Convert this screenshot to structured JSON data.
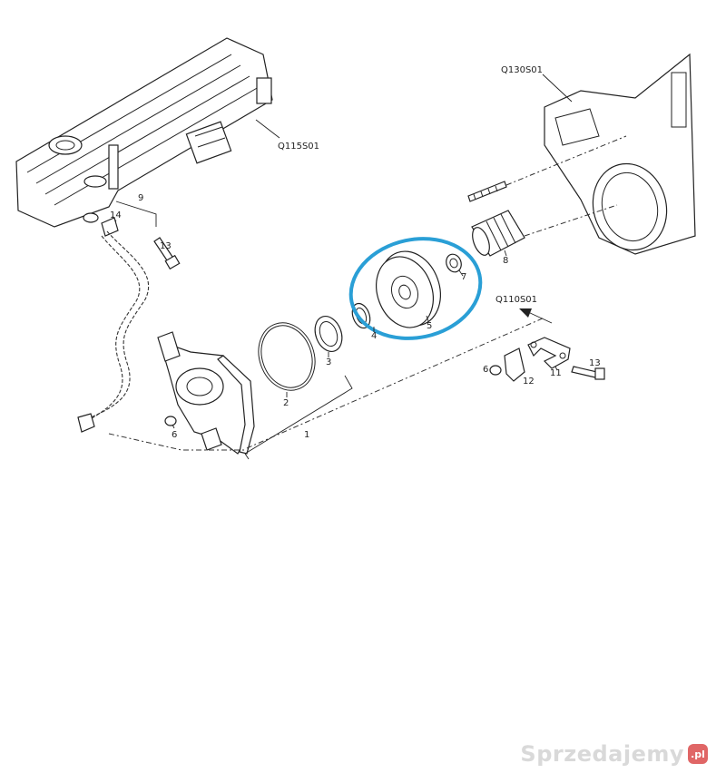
{
  "diagram": {
    "references": {
      "valve_cover": "Q115S01",
      "timing_cover": "Q130S01",
      "bracket_ref": "Q110S01"
    },
    "callouts": [
      "1",
      "2",
      "3",
      "4",
      "5",
      "6",
      "7",
      "8",
      "9",
      "11",
      "12",
      "13",
      "14"
    ],
    "highlight_color": "#2a9fd6"
  },
  "watermark": {
    "text": "Sprzedajemy",
    "badge": ".pl"
  }
}
